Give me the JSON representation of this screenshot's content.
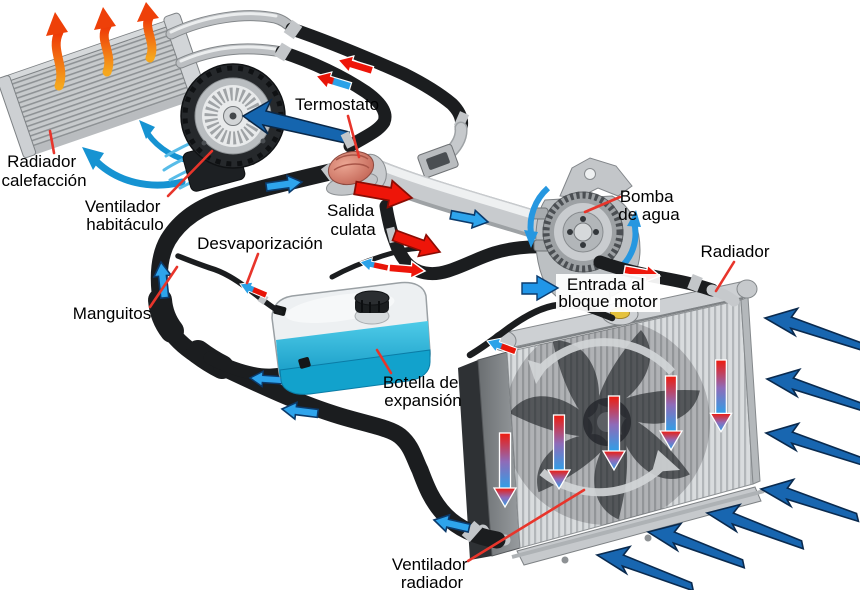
{
  "diagram": {
    "labels": {
      "radiador_calefaccion": {
        "line1": "Radiador",
        "line2": "calefacción"
      },
      "ventilador_habitaculo": {
        "line1": "Ventilador",
        "line2": "habitáculo"
      },
      "termostato": {
        "line1": "Termostato"
      },
      "salida_culata": {
        "line1": "Salida",
        "line2": "culata"
      },
      "desvaporizacion": {
        "line1": "Desvaporización"
      },
      "manguitos": {
        "line1": "Manguitos"
      },
      "botella_expansion": {
        "line1": "Botella de",
        "line2": "expansión"
      },
      "bomba_agua": {
        "line1": "Bomba",
        "line2": "de agua"
      },
      "entrada_bloque": {
        "line1": "Entrada al",
        "line2": "bloque motor"
      },
      "radiador": {
        "line1": "Radiador"
      },
      "ventilador_radiador": {
        "line1": "Ventilador",
        "line2": "radiador"
      }
    },
    "colors": {
      "background": "#ffffff",
      "hot_flow_arrow": "#ee1509",
      "cold_flow_arrow": "#2ea4ec",
      "intake_air_arrow": "#1866b0",
      "heat_air_arrow": "#ee4009",
      "cabin_air_arrow": "#1693d2",
      "pointer_line": "#e8352b",
      "coolant_liquid": "#1fb0d8",
      "hose_black": "#1b1d1f",
      "metal_silver": "#c6c9cc",
      "label_text": "#000000"
    }
  }
}
